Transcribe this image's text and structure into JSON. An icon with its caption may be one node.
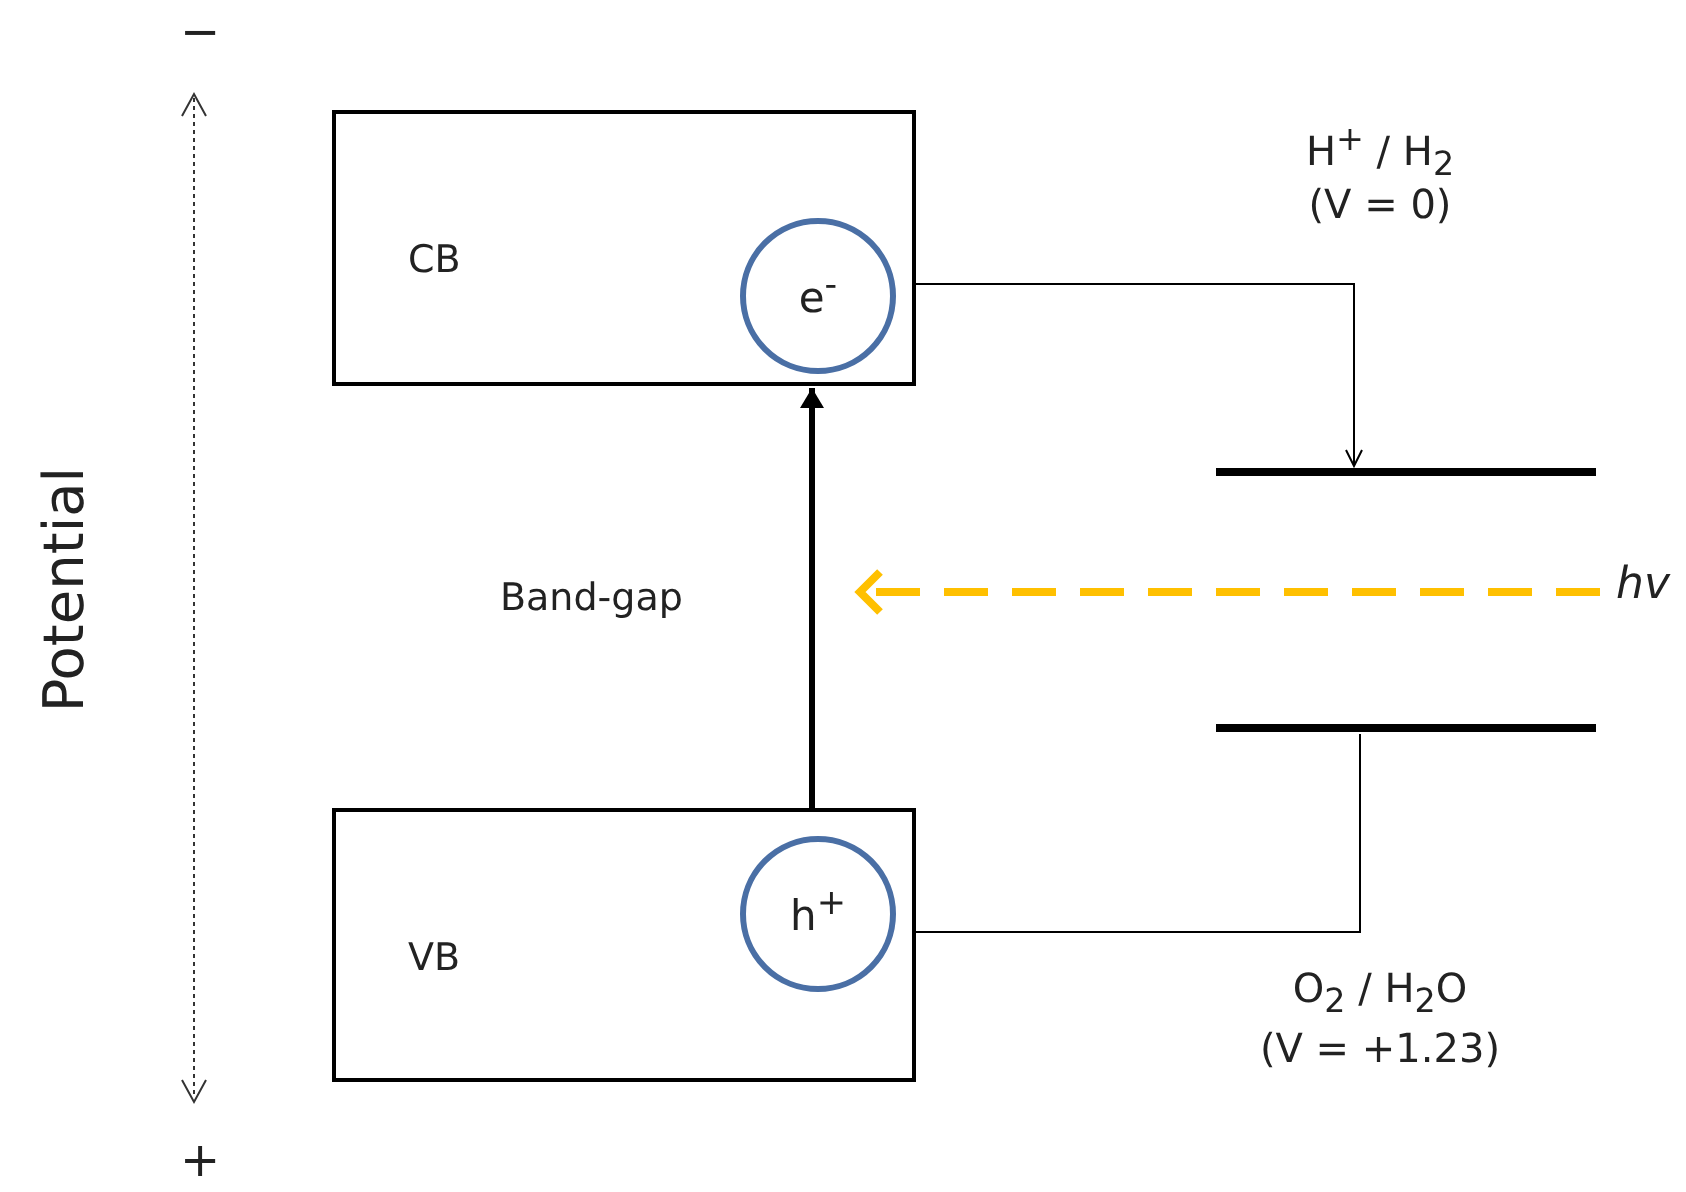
{
  "diagram": {
    "nodes": [
      {
        "text": [
          "CB"
        ]
      },
      {
        "text": [
          "e$^{-}$"
        ],
        "in": 0
      },
      {
        "text": [
          "VB"
        ]
      },
      {
        "text": [
          "h$^{+}$"
        ],
        "in": 2
      },
      {
        "text": [],
        "shape": "bar",
        "beside": [
          "H$^{+}$ / H$_{2}$",
          "(V = 0)"
        ]
      },
      {
        "text": [],
        "shape": "bar",
        "beside": [
          "O$_{2}$ / H$_{2}$O",
          "(V = +1.23)"
        ]
      },
      {
        "text": [
          "hv"
        ]
      }
    ],
    "edges": [
      {
        "from": 2,
        "to": 0,
        "arrow": "to",
        "style": "thick"
      },
      {
        "from": 1,
        "to": 4,
        "arrow": "to"
      },
      {
        "from": 5,
        "to": 3,
        "arrow": "to"
      },
      {
        "from": 6,
        "to": null,
        "arrow": "to",
        "style": "dashed",
        "color": "#ffc000"
      }
    ],
    "labels": [
      "Band-gap",
      "−",
      "Potential",
      "+"
    ]
  }
}
